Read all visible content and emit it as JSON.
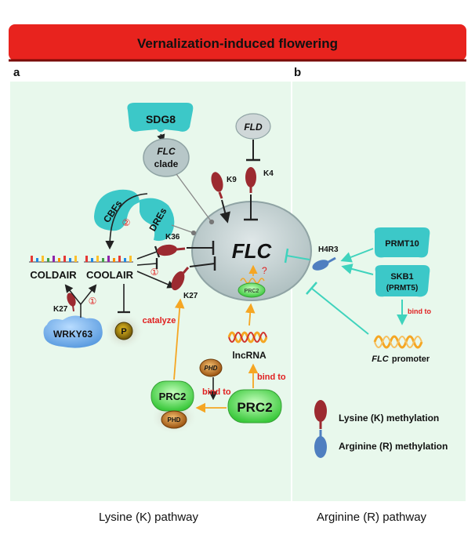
{
  "banner": {
    "title": "Vernalization-induced flowering",
    "color": "#e8231e"
  },
  "panels": {
    "a": {
      "letter": "a",
      "caption": "Lysine (K) pathway"
    },
    "b": {
      "letter": "b",
      "caption": "Arginine (R) pathway"
    }
  },
  "colors": {
    "panel_bg": "#e8f8ec",
    "nucleus": "#b7c7c8",
    "cyan": "#3cc8c8",
    "lysine_mark": "#9c2a30",
    "arginine_mark": "#4f7fc0",
    "prc2_green": "#4ed84e",
    "orange_arrow": "#f5a623",
    "teal_arrow": "#3fd3bd",
    "red_text": "#e02020"
  },
  "nodes": {
    "sdg8": "SDG8",
    "flc_clade_italic": "FLC",
    "flc_clade_rest": "clade",
    "fld": "FLD",
    "cbfs": "CBFs",
    "dres": "DREs",
    "flc": "FLC",
    "coldair": "COLDAIR",
    "coolair": "COOLAIR",
    "wrky63": "WRKY63",
    "p_marker": "P",
    "prc2_nucleus": "PRC2",
    "prc2_left": "PRC2",
    "prc2_right": "PRC2",
    "phd_top": "PHD",
    "phd_bottom": "PHD",
    "lncrna": "lncRNA",
    "prmt10": "PRMT10",
    "skb1_line1": "SKB1",
    "skb1_line2": "(PRMT5)",
    "flc_promoter_italic": "FLC",
    "flc_promoter_rest": "promoter"
  },
  "marks": {
    "k9": "K9",
    "k4": "K4",
    "k36": "K36",
    "k27": "K27",
    "k27_wrky": "K27",
    "h4r3": "H4R3"
  },
  "edge_labels": {
    "catalyze": "catalyze",
    "bind_to_left": "bind to",
    "bind_to_right": "bind to",
    "bind_to_skb1": "bind to",
    "question": "?",
    "step1_top": "①",
    "step1_bottom": "①",
    "step2": "②"
  },
  "legend": {
    "lysine": "Lysine (K) methylation",
    "arginine": "Arginine (R) methylation"
  }
}
